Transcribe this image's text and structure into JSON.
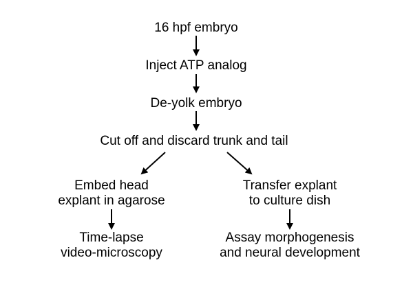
{
  "nodes": {
    "start": "16 hpf embryo",
    "inject": "Inject ATP analog",
    "deyolk": "De-yolk embryo",
    "cut": "Cut off and discard trunk and tail",
    "embed_line1": "Embed head",
    "embed_line2": "explant in agarose",
    "transfer_line1": "Transfer explant",
    "transfer_line2": "to culture dish",
    "timelapse_line1": "Time-lapse",
    "timelapse_line2": "video-microscopy",
    "assay_line1": "Assay morphogenesis",
    "assay_line2": "and neural development"
  },
  "colors": {
    "background": "#ffffff",
    "text": "#000000",
    "arrow": "#000000"
  }
}
